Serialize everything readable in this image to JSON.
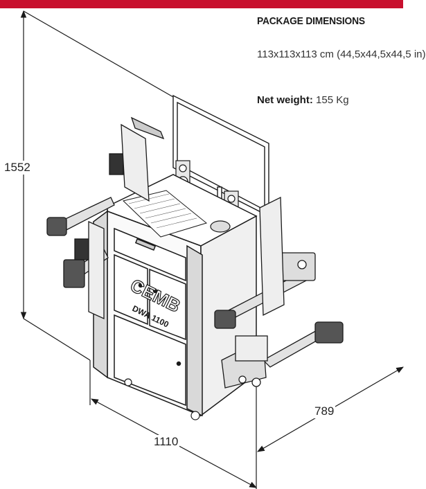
{
  "package": {
    "title": "PACKAGE DIMENSIONS",
    "dimensions": "113x113x113 cm (44,5x44,5x44,5 in)"
  },
  "weight": {
    "label": "Net weight:",
    "value": "155 Kg"
  },
  "dimensions": {
    "height": "1552",
    "width": "1110",
    "depth": "789"
  },
  "machine": {
    "brand": "CEMB",
    "model": "DWA 1100"
  },
  "colors": {
    "accent": "#c8102e",
    "line": "#1a1a1a"
  }
}
